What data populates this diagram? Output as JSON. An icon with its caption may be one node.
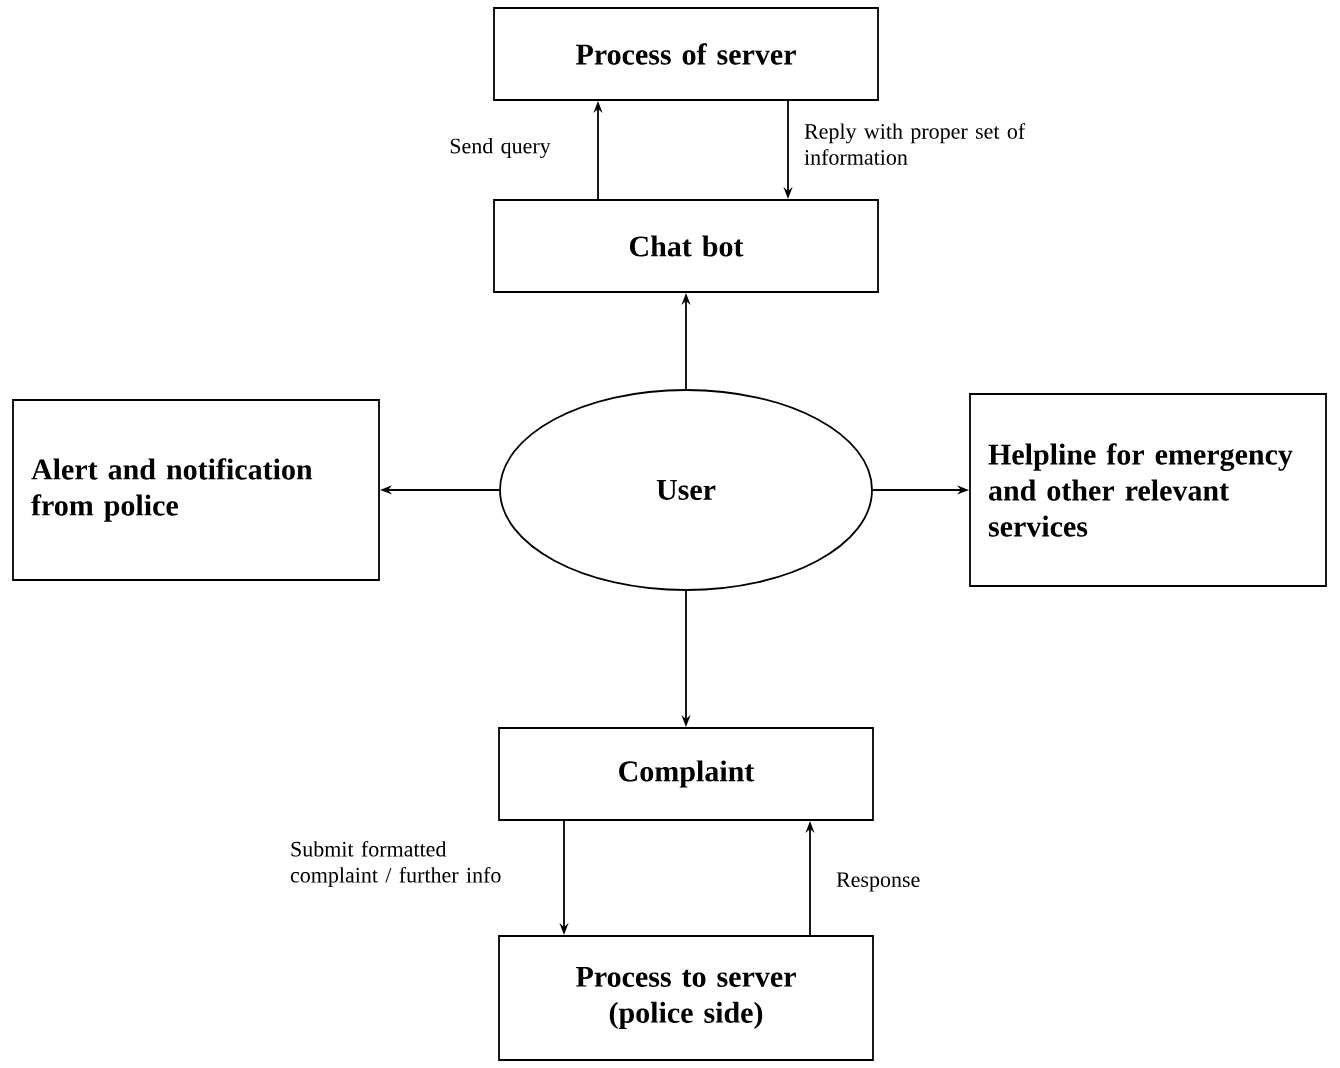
{
  "diagram": {
    "nodes": [
      {
        "text": [
          "Process of server"
        ]
      },
      {
        "text": [
          "Chat bot"
        ]
      },
      {
        "text": [
          "User"
        ]
      },
      {
        "text": [
          "Alert and notification from police"
        ]
      },
      {
        "text": [
          "Helpline for emergency and other relevant services"
        ]
      },
      {
        "text": [
          "Complaint"
        ]
      },
      {
        "text": [
          "Process to server (police side)"
        ]
      }
    ],
    "edges": [
      {
        "from": 1,
        "to": 0,
        "arrow": "to",
        "label": "Send query"
      },
      {
        "from": 0,
        "to": 1,
        "arrow": "to",
        "label": "Reply with proper set of information"
      },
      {
        "from": 2,
        "to": 1,
        "arrow": "to"
      },
      {
        "from": 2,
        "to": 3,
        "arrow": "to"
      },
      {
        "from": 2,
        "to": 4,
        "arrow": "to"
      },
      {
        "from": 2,
        "to": 5,
        "arrow": "to"
      },
      {
        "from": 5,
        "to": 6,
        "arrow": "to",
        "label": "Submit formatted complaint / further info"
      },
      {
        "from": 6,
        "to": 5,
        "arrow": "to",
        "label": "Response"
      }
    ]
  }
}
